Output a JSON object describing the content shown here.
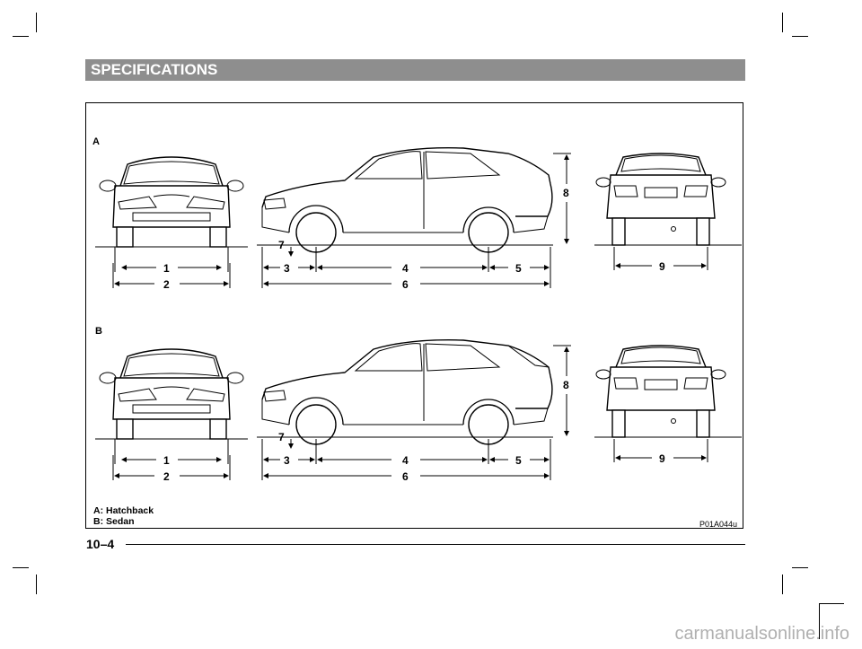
{
  "header": {
    "title": "SPECIFICATIONS"
  },
  "figure": {
    "sections": [
      {
        "label": "A"
      },
      {
        "label": "B"
      }
    ],
    "dimension_numbers": [
      "1",
      "2",
      "3",
      "4",
      "5",
      "6",
      "7",
      "8",
      "9"
    ],
    "legend": [
      "A: Hatchback",
      "B: Sedan"
    ],
    "figure_code": "P01A044u"
  },
  "footer": {
    "page_number": "10–4"
  },
  "watermark": {
    "text": "carmanualsonline.info"
  }
}
